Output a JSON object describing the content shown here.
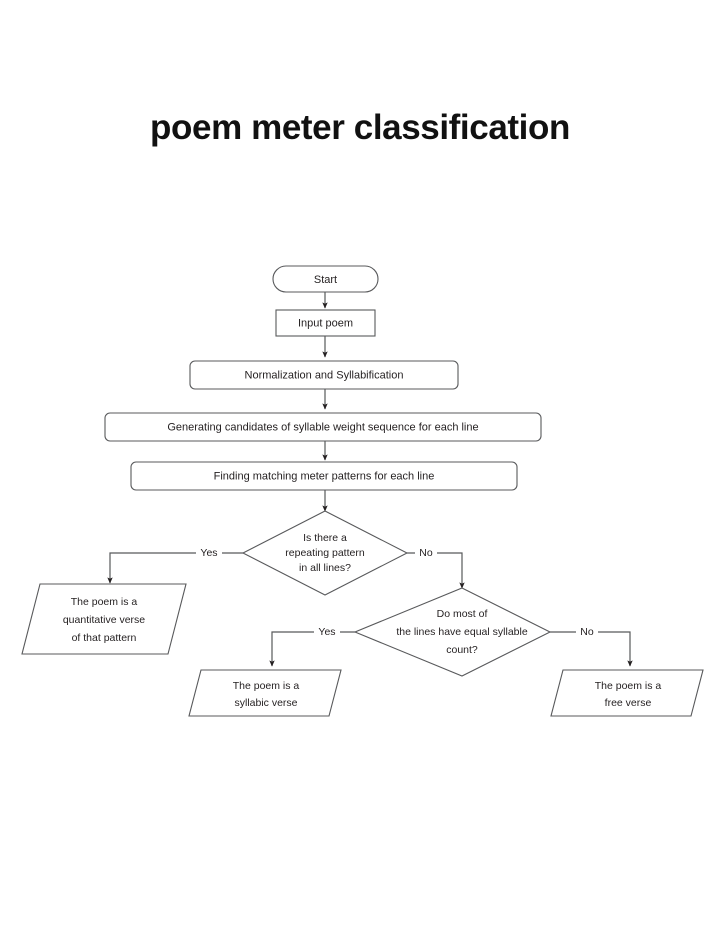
{
  "page": {
    "title": "poem meter classification",
    "background_color": "#ffffff",
    "line_color": "#58595b",
    "text_color": "#231f20"
  },
  "chart_data": {
    "type": "diagram",
    "diagram_type": "flowchart",
    "title": "poem meter classification",
    "nodes": [
      {
        "id": "start",
        "shape": "stadium",
        "label": "Start"
      },
      {
        "id": "input",
        "shape": "rectangle",
        "label": "Input poem"
      },
      {
        "id": "normalize",
        "shape": "rounded-rect",
        "label": "Normalization and Syllabification"
      },
      {
        "id": "candidates",
        "shape": "rounded-rect",
        "label": "Generating candidates of syllable weight sequence for each line"
      },
      {
        "id": "matching",
        "shape": "rounded-rect",
        "label": "Finding matching meter patterns for each line"
      },
      {
        "id": "decision1",
        "shape": "diamond",
        "label": "Is there a repeating pattern in all lines?",
        "lines": [
          "Is there a",
          "repeating pattern",
          "in all lines?"
        ]
      },
      {
        "id": "decision2",
        "shape": "diamond",
        "label": "Do most of the lines have equal syllable count?",
        "lines": [
          "Do most of",
          "the lines have equal syllable",
          "count?"
        ]
      },
      {
        "id": "quantitative",
        "shape": "parallelogram",
        "label": "The poem is a quantitative verse of that pattern",
        "lines": [
          "The poem is a",
          "quantitative verse",
          "of that pattern"
        ]
      },
      {
        "id": "syllabic",
        "shape": "parallelogram",
        "label": "The poem is a syllabic verse",
        "lines": [
          "The poem is a",
          "syllabic verse"
        ]
      },
      {
        "id": "free",
        "shape": "parallelogram",
        "label": "The poem is a free verse",
        "lines": [
          "The poem is a",
          "free verse"
        ]
      }
    ],
    "edges": [
      {
        "from": "start",
        "to": "input",
        "label": ""
      },
      {
        "from": "input",
        "to": "normalize",
        "label": ""
      },
      {
        "from": "normalize",
        "to": "candidates",
        "label": ""
      },
      {
        "from": "candidates",
        "to": "matching",
        "label": ""
      },
      {
        "from": "matching",
        "to": "decision1",
        "label": ""
      },
      {
        "from": "decision1",
        "to": "quantitative",
        "label": "Yes"
      },
      {
        "from": "decision1",
        "to": "decision2",
        "label": "No"
      },
      {
        "from": "decision2",
        "to": "syllabic",
        "label": "Yes"
      },
      {
        "from": "decision2",
        "to": "free",
        "label": "No"
      }
    ],
    "edge_labels": {
      "yes": "Yes",
      "no": "No"
    }
  }
}
